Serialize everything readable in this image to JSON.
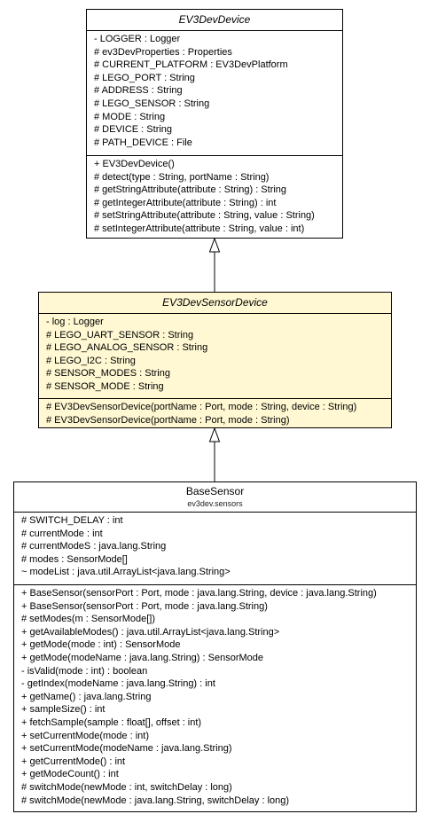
{
  "classes": {
    "ev3devdevice": {
      "name": "EV3DevDevice",
      "attributes": [
        "- LOGGER : Logger",
        "# ev3DevProperties : Properties",
        "# CURRENT_PLATFORM : EV3DevPlatform",
        "# LEGO_PORT : String",
        "# ADDRESS : String",
        "# LEGO_SENSOR : String",
        "# MODE : String",
        "# DEVICE : String",
        "# PATH_DEVICE : File"
      ],
      "methods": [
        "+ EV3DevDevice()",
        "# detect(type : String, portName : String)",
        "# getStringAttribute(attribute : String) : String",
        "# getIntegerAttribute(attribute : String) : int",
        "# setStringAttribute(attribute : String, value : String)",
        "# setIntegerAttribute(attribute : String, value : int)"
      ]
    },
    "ev3devsensordevice": {
      "name": "EV3DevSensorDevice",
      "attributes": [
        "- log : Logger",
        "# LEGO_UART_SENSOR : String",
        "# LEGO_ANALOG_SENSOR : String",
        "# LEGO_I2C : String",
        "# SENSOR_MODES : String",
        "# SENSOR_MODE : String"
      ],
      "methods": [
        "# EV3DevSensorDevice(portName : Port, mode : String, device : String)",
        "# EV3DevSensorDevice(portName : Port, mode : String)"
      ]
    },
    "basesensor": {
      "name": "BaseSensor",
      "package": "ev3dev.sensors",
      "attributes": [
        "# SWITCH_DELAY : int",
        "# currentMode : int",
        "# currentModeS : java.lang.String",
        "# modes : SensorMode[]",
        "~ modeList : java.util.ArrayList<java.lang.String>"
      ],
      "methods": [
        "+ BaseSensor(sensorPort : Port, mode : java.lang.String, device : java.lang.String)",
        "+ BaseSensor(sensorPort : Port, mode : java.lang.String)",
        "# setModes(m : SensorMode[])",
        "+ getAvailableModes() : java.util.ArrayList<java.lang.String>",
        "+ getMode(mode : int) : SensorMode",
        "+ getMode(modeName : java.lang.String) : SensorMode",
        "- isValid(mode : int) : boolean",
        "- getIndex(modeName : java.lang.String) : int",
        "+ getName() : java.lang.String",
        "+ sampleSize() : int",
        "+ fetchSample(sample : float[], offset : int)",
        "+ setCurrentMode(mode : int)",
        "+ setCurrentMode(modeName : java.lang.String)",
        "+ getCurrentMode() : int",
        "+ getModeCount() : int",
        "# switchMode(newMode : int, switchDelay : long)",
        "# switchMode(newMode : java.lang.String, switchDelay : long)"
      ]
    }
  },
  "colors": {
    "highlight_fill": "#fff8d2",
    "border": "#000000"
  }
}
